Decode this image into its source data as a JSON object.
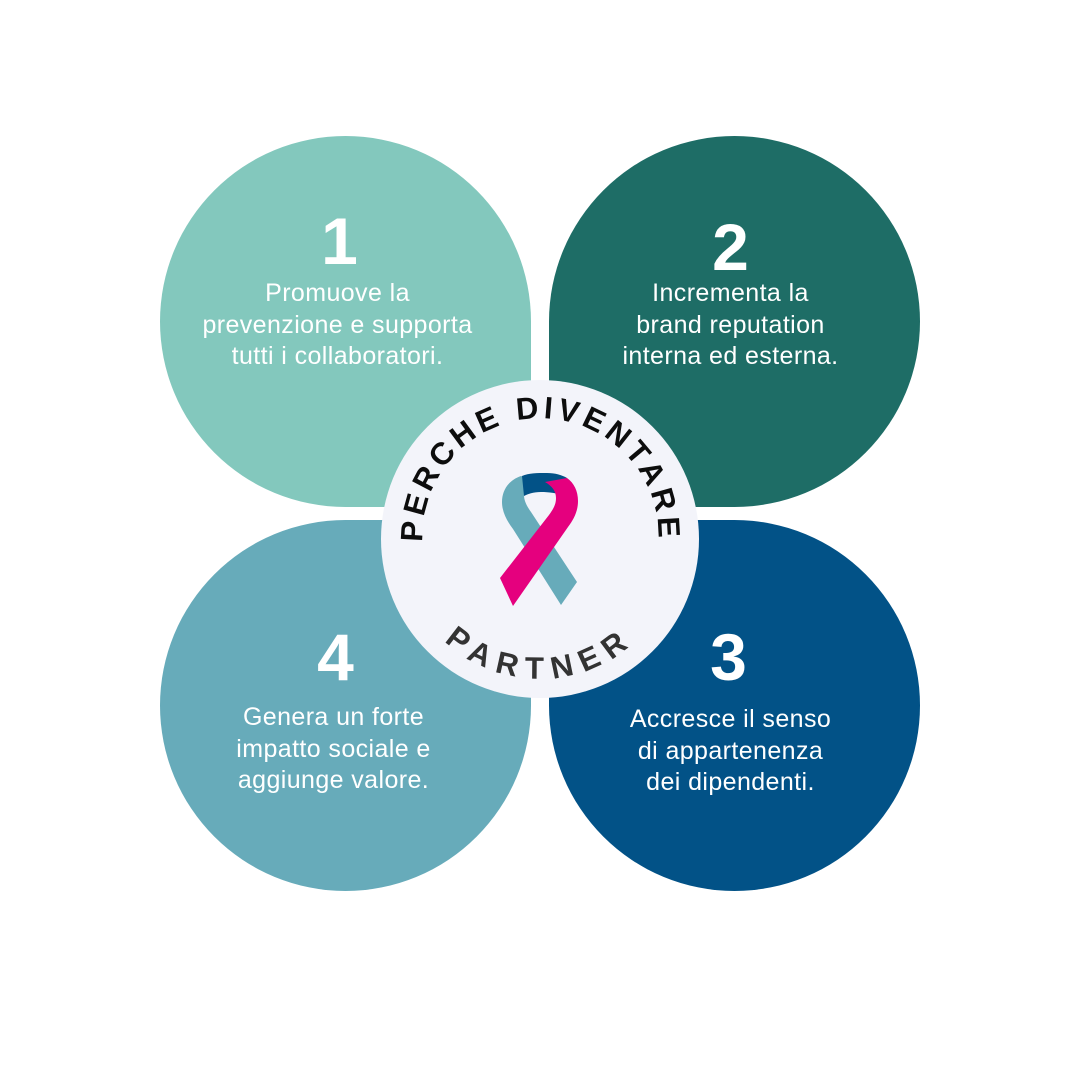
{
  "colors": {
    "petal_1": "#83c8bd",
    "petal_2": "#1e6d66",
    "petal_3": "#025287",
    "petal_4": "#67abba",
    "badge_bg": "#f3f4fa",
    "ribbon_teal": "#67abba",
    "ribbon_pink": "#e5007e",
    "ribbon_blue": "#025287",
    "arc_text_top": "#0d0d0d",
    "arc_text_bottom": "#333333"
  },
  "badge": {
    "top_text": "PERCHE DIVENTARE",
    "bottom_text": "PARTNER",
    "icon": "awareness-ribbon-icon"
  },
  "petals": [
    {
      "number": "1",
      "lines": [
        "Promuove la",
        "prevenzione e supporta",
        "tutti i collaboratori."
      ]
    },
    {
      "number": "2",
      "lines": [
        "Incrementa la",
        "brand reputation",
        "interna ed esterna."
      ]
    },
    {
      "number": "3",
      "lines": [
        "Accresce il senso",
        "di appartenenza",
        "dei dipendenti."
      ]
    },
    {
      "number": "4",
      "lines": [
        "Genera un forte",
        "impatto sociale e",
        "aggiunge valore."
      ]
    }
  ]
}
